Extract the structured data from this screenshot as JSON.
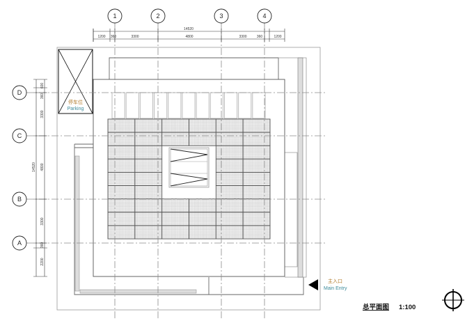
{
  "drawing": {
    "title": "总平面图",
    "scale": "1:100",
    "entry_cn": "主入口",
    "entry_en": "Main Entry",
    "parking_cn": "停车位",
    "parking_en": "Parking"
  },
  "axes": {
    "vertical": [
      "1",
      "2",
      "3",
      "4"
    ],
    "horizontal": [
      "D",
      "C",
      "B",
      "A"
    ]
  },
  "dimensions": {
    "top_total": "14520",
    "top_segments": [
      "1200",
      "360",
      "3300",
      "4800",
      "3300",
      "360",
      "1200"
    ],
    "left_total": "14520",
    "left_segments": [
      "600",
      "360",
      "3300",
      "4800",
      "3300",
      "360",
      "2200"
    ]
  },
  "solar_array": {
    "columns": 6,
    "rows": 9,
    "top_modules": 11
  },
  "colors": {
    "line": "#666666",
    "panel": "#d8d8d8",
    "teal": "#3b8a9a",
    "orange": "#b07a2a"
  }
}
